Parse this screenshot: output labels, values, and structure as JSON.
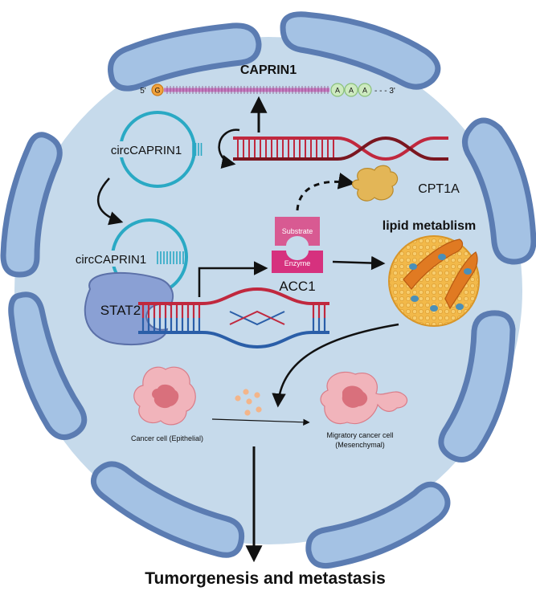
{
  "mrna": {
    "name": "CAPRIN1",
    "five_prime": "5'",
    "cap": "G",
    "tail": [
      "A",
      "A",
      "A"
    ],
    "three_prime": "- - - 3'"
  },
  "circ": {
    "label_top": "circCAPRIN1",
    "label_mid": "circCAPRIN1"
  },
  "stat2": {
    "label": "STAT2"
  },
  "acc1": {
    "substrate": "Substrate",
    "enzyme": "Enzyme",
    "label": "ACC1"
  },
  "cpt1a": {
    "label": "CPT1A"
  },
  "lipid": {
    "label": "lipid metablism"
  },
  "cells": {
    "epithelial": "Cancer cell (Epithelial)",
    "mesenchymal_line1": "Migratory cancer cell",
    "mesenchymal_line2": "(Mesenchymal)"
  },
  "outcome": {
    "label": "Tumorgenesis and metastasis"
  },
  "colors": {
    "cytoplasm": "#c6daeb",
    "membrane": "#a4c2e4",
    "membrane_stroke": "#5b7cb2",
    "rna_strand": "#c77bc1",
    "dna_red": "#c0283e",
    "dna_dark": "#7a1620",
    "circ_teal": "#2aa9c4",
    "stat2": "#8aa0d4",
    "enzyme_pink": "#d6317e",
    "lipid_orange": "#e89a2d",
    "cell_pink": "#e6909a"
  }
}
